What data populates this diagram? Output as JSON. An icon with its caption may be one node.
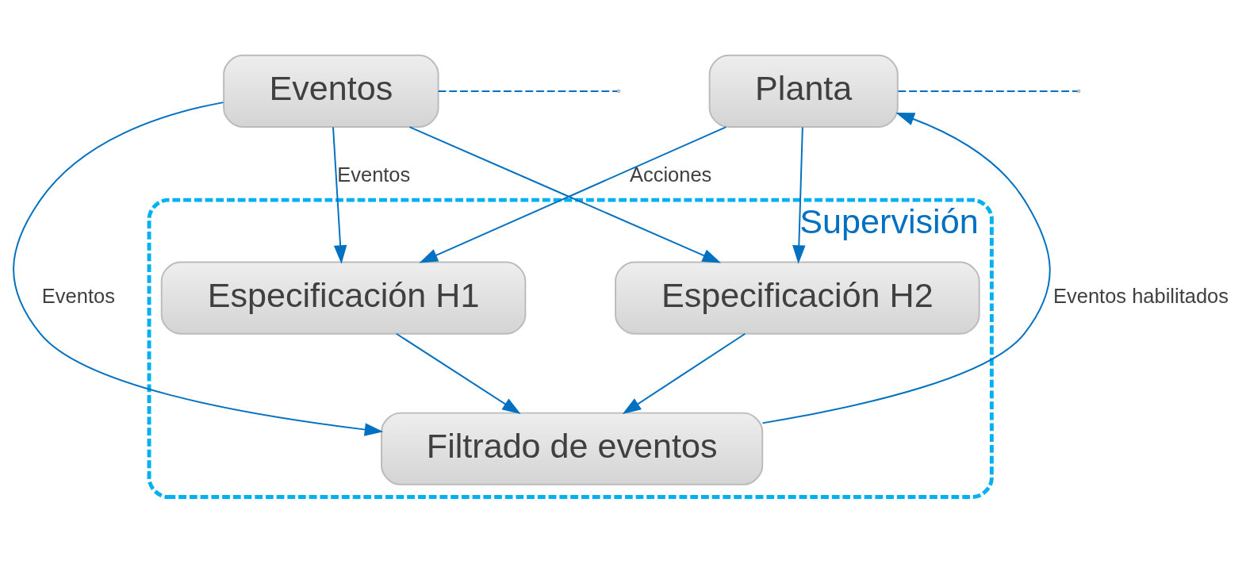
{
  "diagram": {
    "nodes": [
      {
        "text": [
          "Eventos"
        ]
      },
      {
        "text": [
          "Supervisión"
        ]
      },
      {
        "text": [
          "Filtrado de eventos"
        ],
        "in": 1
      },
      {
        "text": [
          "Especificación H1"
        ],
        "in": 1
      },
      {
        "text": [
          "Especificación H2"
        ],
        "in": 1
      },
      {
        "text": [
          "Planta"
        ]
      }
    ],
    "edges": [
      {
        "from": 0,
        "to": 2,
        "arrow": "to",
        "label": "Eventos"
      },
      {
        "from": 0,
        "to": 3,
        "arrow": "to",
        "label": "Eventos"
      },
      {
        "from": 0,
        "to": 4,
        "arrow": "to"
      },
      {
        "from": 0,
        "to": null,
        "arrow": "none",
        "style": "dashed"
      },
      {
        "from": 3,
        "to": 2,
        "arrow": "to"
      },
      {
        "from": 4,
        "to": 2,
        "arrow": "to"
      },
      {
        "from": 2,
        "to": 5,
        "arrow": "to",
        "label": "Eventos habilitados"
      },
      {
        "from": 5,
        "to": 3,
        "arrow": "to",
        "label": "Acciones"
      },
      {
        "from": 5,
        "to": 4,
        "arrow": "to"
      },
      {
        "from": 5,
        "to": null,
        "arrow": "none",
        "style": "dashed"
      }
    ]
  }
}
